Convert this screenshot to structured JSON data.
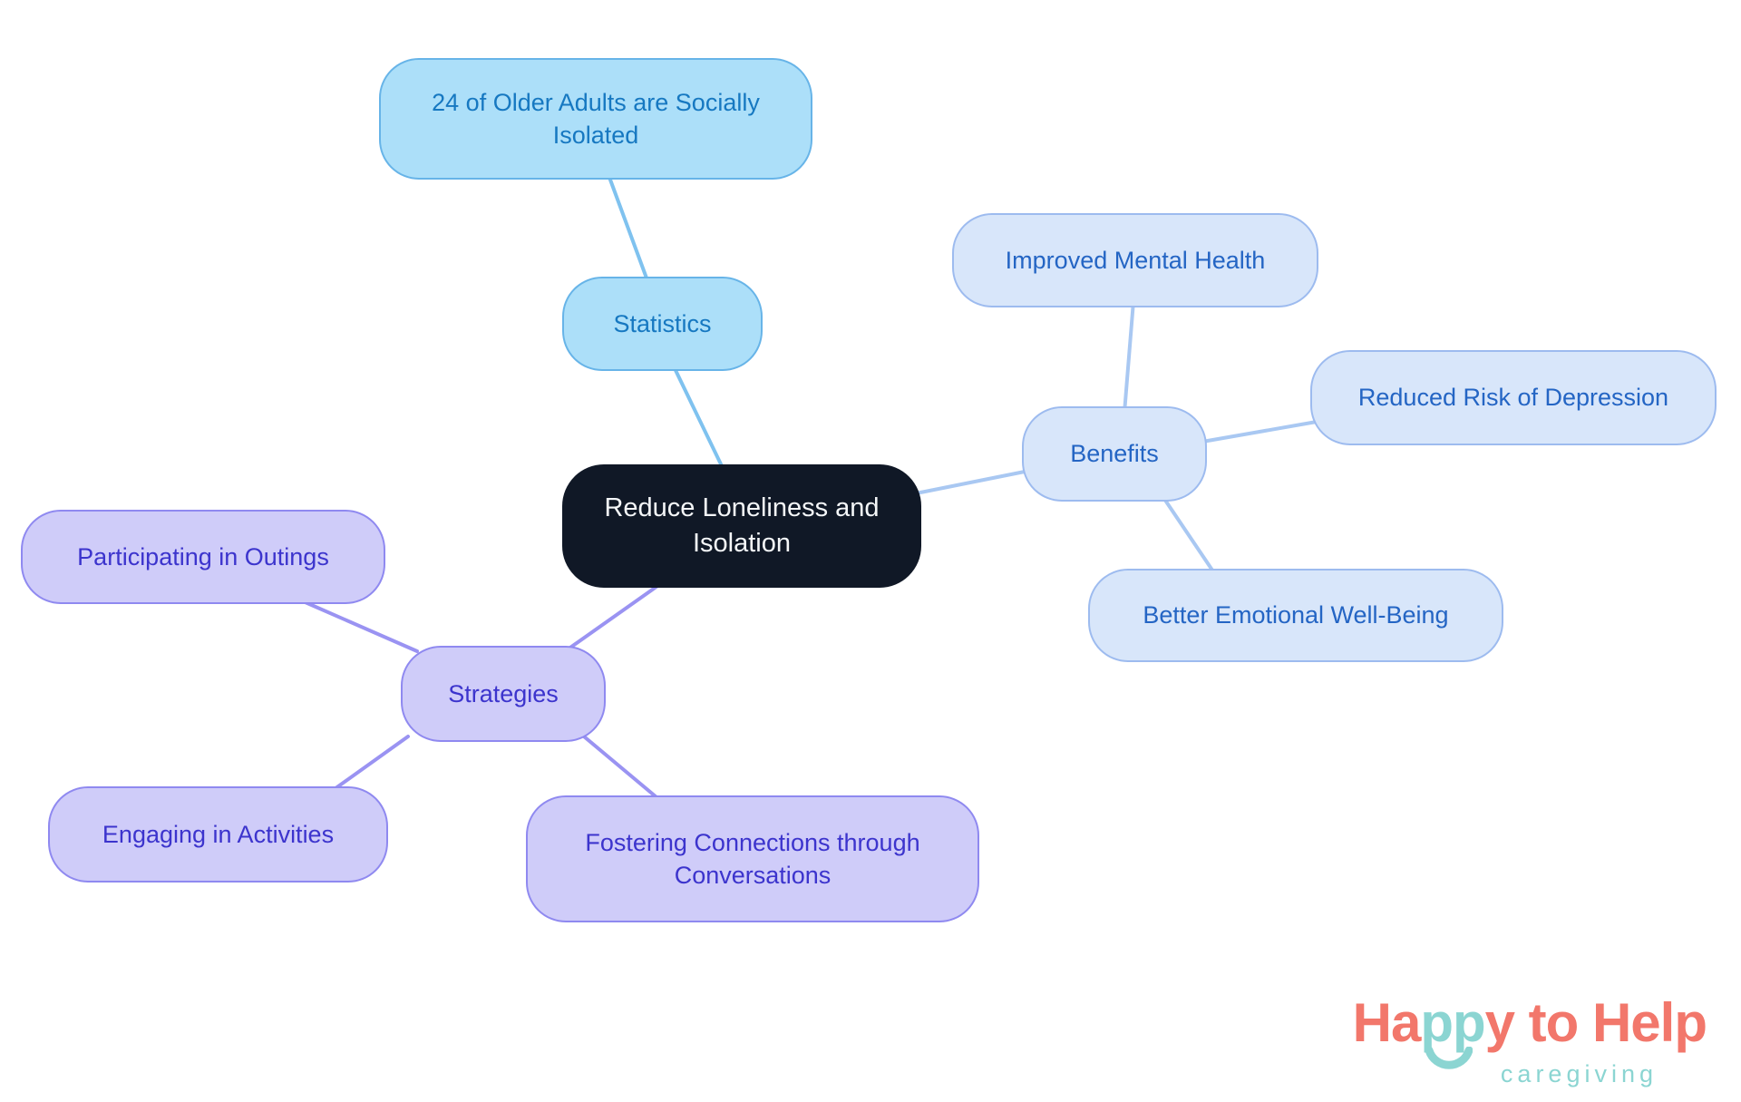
{
  "palette": {
    "central-bg": "#101826",
    "central-text": "#F4F6F8",
    "stats-fill": "#ACDFF9",
    "stats-border": "#67B4E8",
    "stats-text": "#1678C1",
    "stats-line": "#7FC2EF",
    "benefits-fill": "#D8E6FA",
    "benefits-border": "#9DBBEF",
    "benefits-text": "#2465C4",
    "benefits-line": "#A9C8F2",
    "strategies-fill": "#CFCCF9",
    "strategies-border": "#8F89F0",
    "strategies-text": "#3C34CD",
    "strategies-line": "#9A93F2",
    "logo-coral": "#F2776B",
    "logo-teal": "#8BD5D2"
  },
  "mindmap": {
    "central": {
      "label": "Reduce Loneliness and Isolation"
    },
    "statistics": {
      "label": "Statistics",
      "children": [
        "24 of Older Adults are Socially Isolated"
      ]
    },
    "benefits": {
      "label": "Benefits",
      "children": [
        "Improved Mental Health",
        "Reduced Risk of Depression",
        "Better Emotional Well-Being"
      ]
    },
    "strategies": {
      "label": "Strategies",
      "children": [
        "Participating in Outings",
        "Engaging in Activities",
        "Fostering Connections through Conversations"
      ]
    }
  },
  "logo": {
    "title_part1": "Ha",
    "title_part2": "pp",
    "title_part3": "y to Help",
    "subtitle": "caregiving"
  }
}
